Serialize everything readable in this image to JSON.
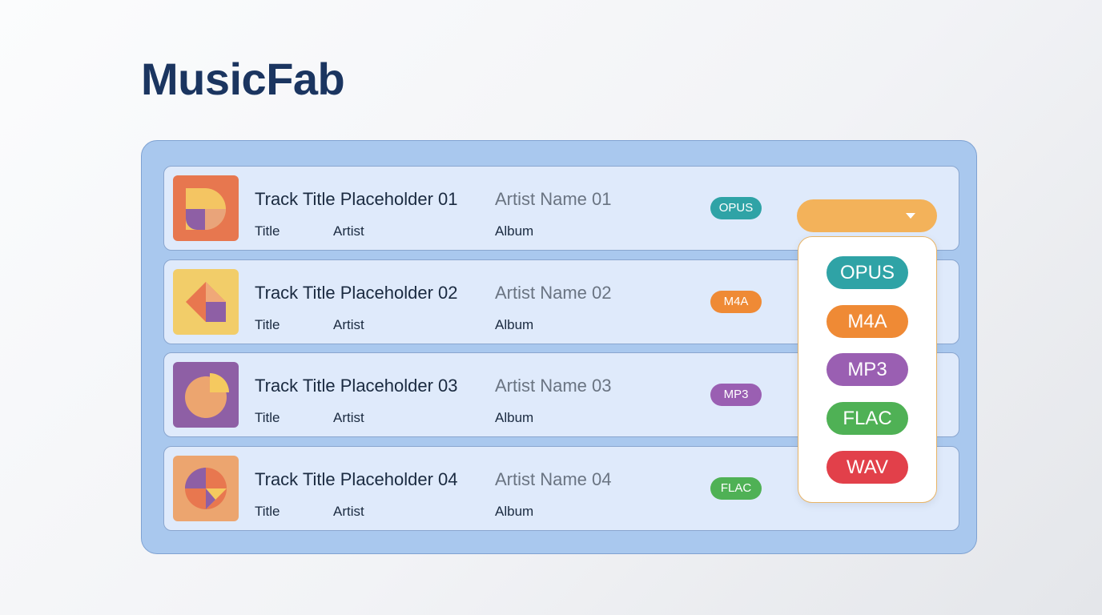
{
  "app": {
    "title": "MusicFab"
  },
  "columns": {
    "title": "Title",
    "artist": "Artist",
    "album": "Album"
  },
  "tracks": [
    {
      "title": "Track Title Placeholder 01",
      "artist": "Artist Name 01",
      "format": "OPUS",
      "art_icon": "d-shape-icon"
    },
    {
      "title": "Track Title Placeholder 02",
      "artist": "Artist Name 02",
      "format": "M4A",
      "art_icon": "diamond-square-icon"
    },
    {
      "title": "Track Title Placeholder 03",
      "artist": "Artist Name 03",
      "format": "MP3",
      "art_icon": "pie-chart-icon"
    },
    {
      "title": "Track Title Placeholder 04",
      "artist": "Artist Name 04",
      "format": "FLAC",
      "art_icon": "pie-triangle-icon"
    }
  ],
  "format_dropdown": {
    "selected": "",
    "caret_icon": "caret-down-icon",
    "options": [
      "OPUS",
      "M4A",
      "MP3",
      "FLAC",
      "WAV"
    ]
  },
  "colors": {
    "title": "#1b3560",
    "panel": "#a9c8ee",
    "row": "#dfeafb",
    "dropdown_trigger": "#f3b25a",
    "OPUS": "#2fa3a6",
    "M4A": "#ef8a35",
    "MP3": "#9a5fb2",
    "FLAC": "#4fb155",
    "WAV": "#e2404a"
  }
}
